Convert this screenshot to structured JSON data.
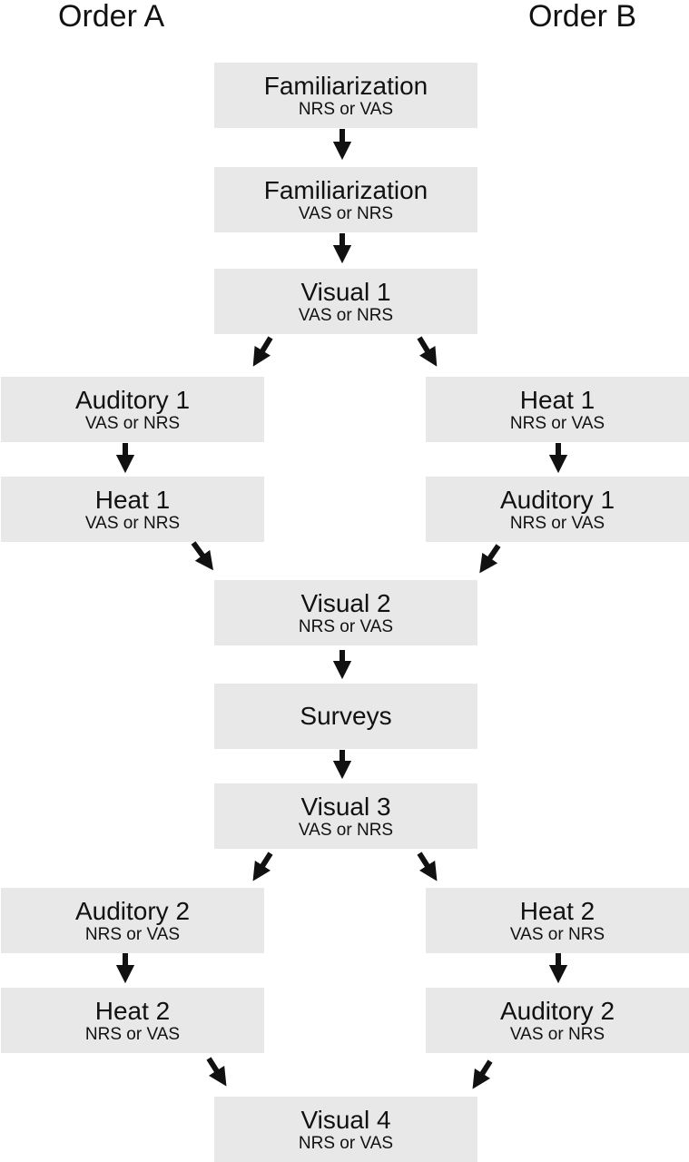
{
  "columns": {
    "order_a": "Order A",
    "order_b": "Order B"
  },
  "steps": {
    "familiarization_1": {
      "title": "Familiarization",
      "scale": "NRS or VAS"
    },
    "familiarization_2": {
      "title": "Familiarization",
      "scale": "VAS or NRS"
    },
    "visual_1": {
      "title": "Visual 1",
      "scale": "VAS or NRS"
    },
    "a_auditory_1": {
      "title": "Auditory 1",
      "scale": "VAS or NRS"
    },
    "a_heat_1": {
      "title": "Heat 1",
      "scale": "VAS or NRS"
    },
    "b_heat_1": {
      "title": "Heat 1",
      "scale": "NRS or VAS"
    },
    "b_auditory_1": {
      "title": "Auditory 1",
      "scale": "NRS or VAS"
    },
    "visual_2": {
      "title": "Visual 2",
      "scale": "NRS or VAS"
    },
    "surveys": {
      "title": "Surveys"
    },
    "visual_3": {
      "title": "Visual 3",
      "scale": "VAS or NRS"
    },
    "a_auditory_2": {
      "title": "Auditory 2",
      "scale": "NRS or VAS"
    },
    "a_heat_2": {
      "title": "Heat 2",
      "scale": "NRS or VAS"
    },
    "b_heat_2": {
      "title": "Heat 2",
      "scale": "VAS or NRS"
    },
    "b_auditory_2": {
      "title": "Auditory 2",
      "scale": "VAS or NRS"
    },
    "visual_4": {
      "title": "Visual 4",
      "scale": "NRS or VAS"
    }
  },
  "colors": {
    "box_fill": "#e8e8e8",
    "arrow": "#111111",
    "text": "#111111"
  }
}
